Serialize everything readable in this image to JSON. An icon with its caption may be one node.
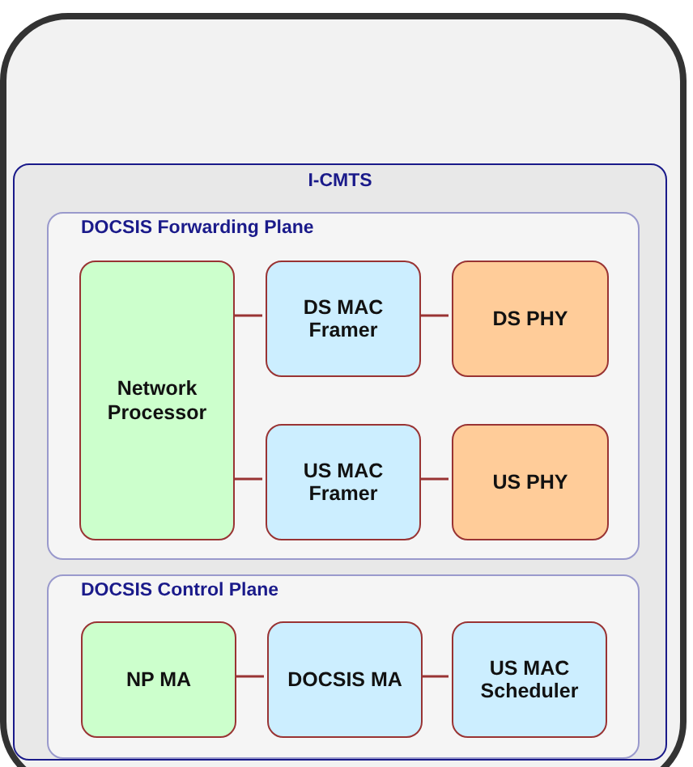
{
  "diagram": {
    "nodes": [
      {
        "text": [
          "I-CMTS"
        ]
      },
      {
        "text": [
          "DOCSIS Forwarding Plane"
        ],
        "in": 0
      },
      {
        "text": [
          "Network Processor"
        ],
        "in": 1
      },
      {
        "text": [
          "DS MAC Framer"
        ],
        "in": 1
      },
      {
        "text": [
          "DS PHY"
        ],
        "in": 1
      },
      {
        "text": [
          "US MAC Framer"
        ],
        "in": 1
      },
      {
        "text": [
          "US PHY"
        ],
        "in": 1
      },
      {
        "text": [
          "DOCSIS Control Plane"
        ],
        "in": 0
      },
      {
        "text": [
          "NP MA"
        ],
        "in": 7
      },
      {
        "text": [
          "DOCSIS MA"
        ],
        "in": 7
      },
      {
        "text": [
          "US MAC Scheduler"
        ],
        "in": 7
      }
    ],
    "edges": [
      {
        "from": 2,
        "to": 3,
        "arrow": "none"
      },
      {
        "from": 3,
        "to": 4,
        "arrow": "none"
      },
      {
        "from": 2,
        "to": 5,
        "arrow": "none"
      },
      {
        "from": 5,
        "to": 6,
        "arrow": "none"
      },
      {
        "from": 8,
        "to": 9,
        "arrow": "none"
      },
      {
        "from": 9,
        "to": 10,
        "arrow": "none"
      }
    ]
  }
}
